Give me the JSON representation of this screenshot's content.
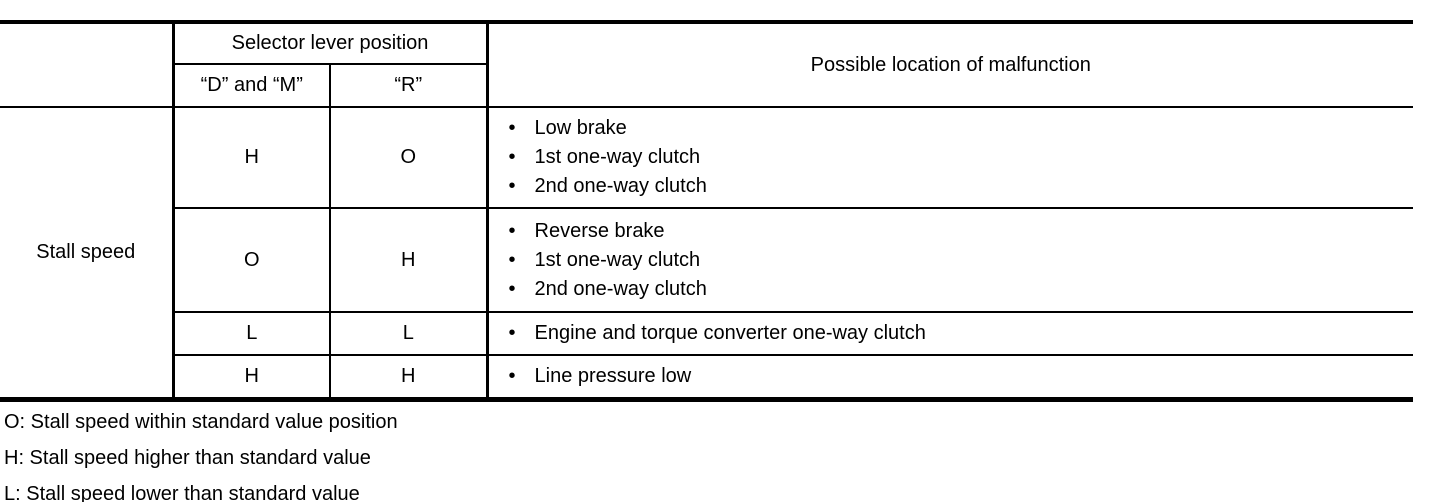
{
  "glyphs": {
    "bullet": "•"
  },
  "colors": {
    "text": "#000000",
    "background": "#ffffff",
    "border": "#000000"
  },
  "table": {
    "header": {
      "corner_label": "",
      "selector_group_label": "Selector lever position",
      "col_d_m": "“D” and “M”",
      "col_r": "“R”",
      "malfunction_label": "Possible location of malfunction"
    },
    "row_label": "Stall speed",
    "rows": [
      {
        "d_m": "H",
        "r": "O",
        "causes": [
          "Low brake",
          "1st one-way clutch",
          "2nd one-way clutch"
        ]
      },
      {
        "d_m": "O",
        "r": "H",
        "causes": [
          "Reverse brake",
          "1st one-way clutch",
          "2nd one-way clutch"
        ]
      },
      {
        "d_m": "L",
        "r": "L",
        "causes": [
          "Engine and torque converter one-way clutch"
        ]
      },
      {
        "d_m": "H",
        "r": "H",
        "causes": [
          "Line pressure low"
        ]
      }
    ]
  },
  "legend": [
    "O: Stall speed within standard value position",
    "H: Stall speed higher than standard value",
    "L: Stall speed lower than standard value"
  ]
}
